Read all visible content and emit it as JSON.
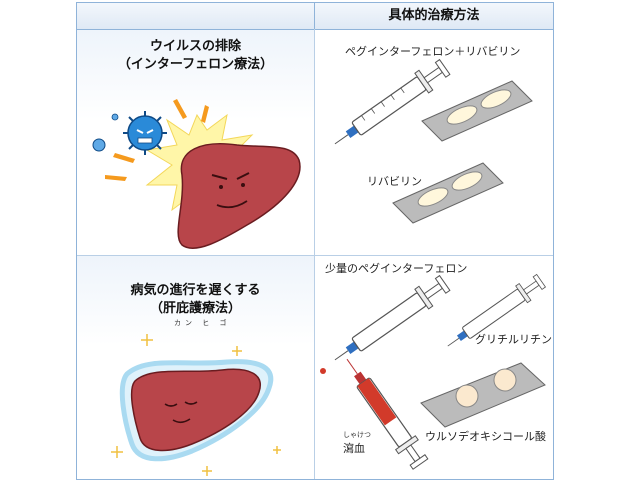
{
  "header": {
    "right_label": "具体的治療方法"
  },
  "row1": {
    "title_line1": "ウイルスの排除",
    "title_line2": "（インターフェロン療法）",
    "drug_combo_label": "ペグインターフェロン＋リバビリン",
    "ribavirin_label": "リバビリン"
  },
  "row2": {
    "title_line1": "病気の進行を遅くする",
    "title_line2": "（肝庇護療法）",
    "ruby": "カン ヒ ゴ",
    "low_dose_label": "少量のペグインターフェロン",
    "glycyrrhizin_label": "グリチルリチン",
    "phlebotomy_ruby": "しゃけつ",
    "phlebotomy_label": "瀉血",
    "udca_label": "ウルソデオキシコール酸"
  },
  "colors": {
    "border": "#8fb3d9",
    "liver": "#b8454a",
    "virus": "#2a8ad8",
    "syringe_tip": "#2f6fc0",
    "blood": "#d23a2a"
  }
}
